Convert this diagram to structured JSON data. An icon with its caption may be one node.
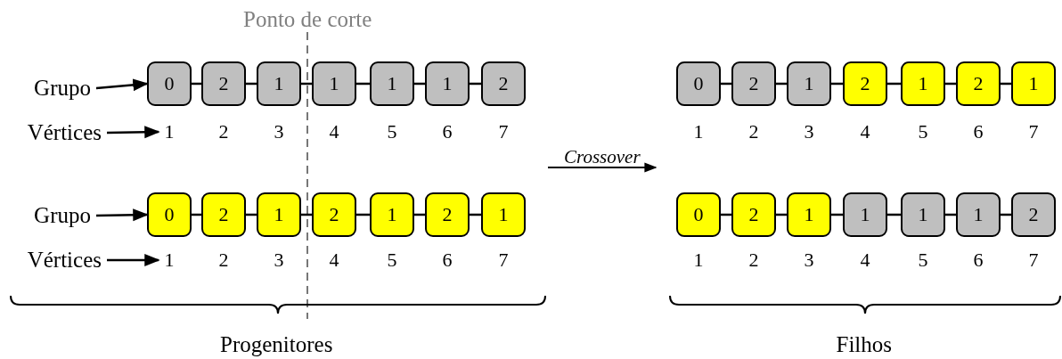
{
  "diagram": {
    "nodes": [
      {
        "text": [
          "Grupo"
        ]
      },
      {
        "text": [
          "0"
        ]
      },
      {
        "text": [
          "2"
        ]
      },
      {
        "text": [
          "1"
        ]
      },
      {
        "text": [
          "1"
        ]
      },
      {
        "text": [
          "1"
        ]
      },
      {
        "text": [
          "1"
        ]
      },
      {
        "text": [
          "2"
        ]
      },
      {
        "text": [
          "Vértices"
        ]
      },
      {
        "text": [
          "Grupo"
        ]
      },
      {
        "text": [
          "0"
        ]
      },
      {
        "text": [
          "2"
        ]
      },
      {
        "text": [
          "1"
        ]
      },
      {
        "text": [
          "2"
        ]
      },
      {
        "text": [
          "1"
        ]
      },
      {
        "text": [
          "2"
        ]
      },
      {
        "text": [
          "1"
        ]
      },
      {
        "text": [
          "Vértices"
        ]
      },
      {
        "text": [
          "0"
        ]
      },
      {
        "text": [
          "2"
        ]
      },
      {
        "text": [
          "1"
        ]
      },
      {
        "text": [
          "2"
        ]
      },
      {
        "text": [
          "1"
        ]
      },
      {
        "text": [
          "2"
        ]
      },
      {
        "text": [
          "1"
        ]
      },
      {
        "text": [
          "0"
        ]
      },
      {
        "text": [
          "2"
        ]
      },
      {
        "text": [
          "1"
        ]
      },
      {
        "text": [
          "1"
        ]
      },
      {
        "text": [
          "1"
        ]
      },
      {
        "text": [
          "1"
        ]
      },
      {
        "text": [
          "2"
        ]
      },
      {
        "text": [
          "1"
        ]
      },
      {
        "text": [
          "1"
        ]
      }
    ],
    "edges": [
      {
        "from": 0,
        "to": 1,
        "arrow": "to"
      },
      {
        "from": 1,
        "to": 2,
        "arrow": "none"
      },
      {
        "from": 2,
        "to": 3,
        "arrow": "none"
      },
      {
        "from": 3,
        "to": 4,
        "arrow": "none"
      },
      {
        "from": 4,
        "to": 5,
        "arrow": "none"
      },
      {
        "from": 5,
        "to": 6,
        "arrow": "none"
      },
      {
        "from": 6,
        "to": 7,
        "arrow": "none"
      },
      {
        "from": 8,
        "to": 32,
        "arrow": "to"
      },
      {
        "from": 9,
        "to": 10,
        "arrow": "to"
      },
      {
        "from": 10,
        "to": 11,
        "arrow": "none"
      },
      {
        "from": 11,
        "to": 12,
        "arrow": "none"
      },
      {
        "from": 12,
        "to": 13,
        "arrow": "none"
      },
      {
        "from": 13,
        "to": 14,
        "arrow": "none"
      },
      {
        "from": 14,
        "to": 15,
        "arrow": "none"
      },
      {
        "from": 15,
        "to": 16,
        "arrow": "none"
      },
      {
        "from": 17,
        "to": 33,
        "arrow": "to"
      },
      {
        "from": 18,
        "to": 19,
        "arrow": "none"
      },
      {
        "from": 19,
        "to": 20,
        "arrow": "none"
      },
      {
        "from": 20,
        "to": 21,
        "arrow": "none"
      },
      {
        "from": 21,
        "to": 22,
        "arrow": "none"
      },
      {
        "from": 22,
        "to": 23,
        "arrow": "none"
      },
      {
        "from": 23,
        "to": 24,
        "arrow": "none"
      },
      {
        "from": 25,
        "to": 26,
        "arrow": "none"
      },
      {
        "from": 26,
        "to": 27,
        "arrow": "none"
      },
      {
        "from": 27,
        "to": 28,
        "arrow": "none"
      },
      {
        "from": 28,
        "to": 29,
        "arrow": "none"
      },
      {
        "from": 29,
        "to": 30,
        "arrow": "none"
      },
      {
        "from": 30,
        "to": 31,
        "arrow": "none"
      }
    ],
    "labels": [
      "Ponto de corte",
      "2",
      "3",
      "4",
      "5",
      "6",
      "7",
      "1",
      "2",
      "3",
      "4",
      "5",
      "6",
      "7",
      "Crossover",
      "2",
      "3",
      "4",
      "5",
      "6",
      "7",
      "1",
      "2",
      "3",
      "4",
      "5",
      "6",
      "7",
      "Progenitores",
      "Filhos"
    ]
  }
}
